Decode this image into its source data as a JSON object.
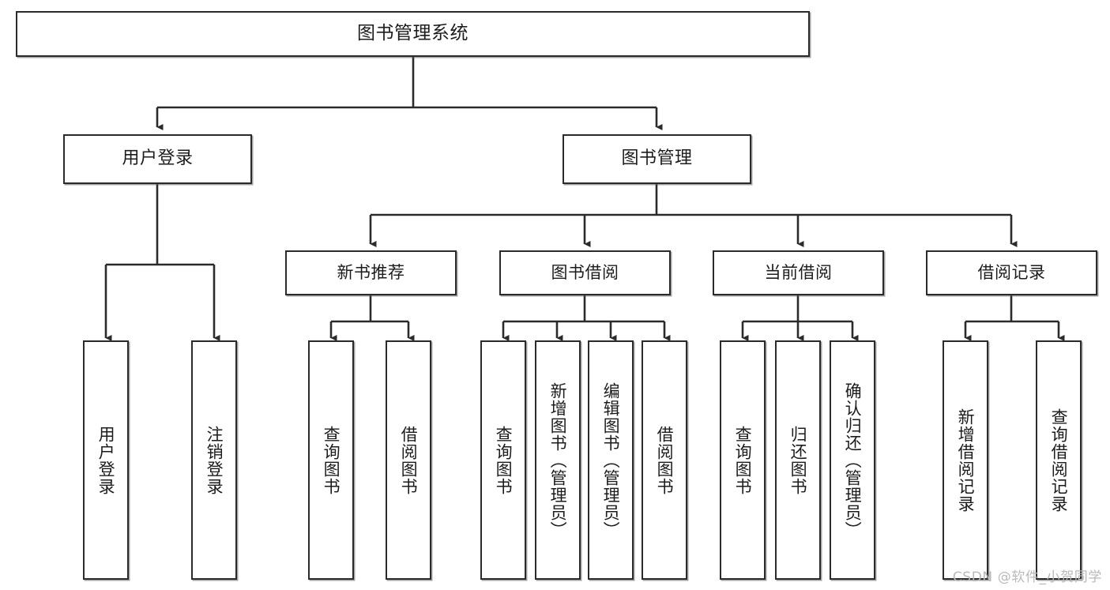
{
  "diagram": {
    "title": "图书管理系统",
    "watermark": "CSDN @软件_小贺同学",
    "accent_color": "#2b2b2b",
    "background_color": "#ffffff",
    "nodes": {
      "root": {
        "label": "图书管理系统"
      },
      "level2": [
        {
          "id": "user-login",
          "label": "用户登录"
        },
        {
          "id": "book-management",
          "label": "图书管理"
        }
      ],
      "level3": [
        {
          "id": "new-book-recommend",
          "label": "新书推荐"
        },
        {
          "id": "book-borrow",
          "label": "图书借阅"
        },
        {
          "id": "current-borrow",
          "label": "当前借阅"
        },
        {
          "id": "borrow-record",
          "label": "借阅记录"
        }
      ],
      "leaves": {
        "user_login": [
          {
            "id": "leaf-user-login",
            "label": "用户登录"
          },
          {
            "id": "leaf-logout-login",
            "label": "注销登录"
          }
        ],
        "new_book_recommend": [
          {
            "id": "leaf-query-book-1",
            "label": "查询图书"
          },
          {
            "id": "leaf-borrow-book-1",
            "label": "借阅图书"
          }
        ],
        "book_borrow": [
          {
            "id": "leaf-query-book-2",
            "label": "查询图书"
          },
          {
            "id": "leaf-add-book",
            "label": "新增图书（管理员）"
          },
          {
            "id": "leaf-edit-book",
            "label": "编辑图书（管理员）"
          },
          {
            "id": "leaf-borrow-book-2",
            "label": "借阅图书"
          }
        ],
        "current_borrow": [
          {
            "id": "leaf-query-book-3",
            "label": "查询图书"
          },
          {
            "id": "leaf-return-book",
            "label": "归还图书"
          },
          {
            "id": "leaf-confirm-return",
            "label": "确认归还（管理员）"
          }
        ],
        "borrow_record": [
          {
            "id": "leaf-add-borrow-record",
            "label": "新增借阅记录"
          },
          {
            "id": "leaf-query-borrow-record",
            "label": "查询借阅记录"
          }
        ]
      }
    }
  }
}
